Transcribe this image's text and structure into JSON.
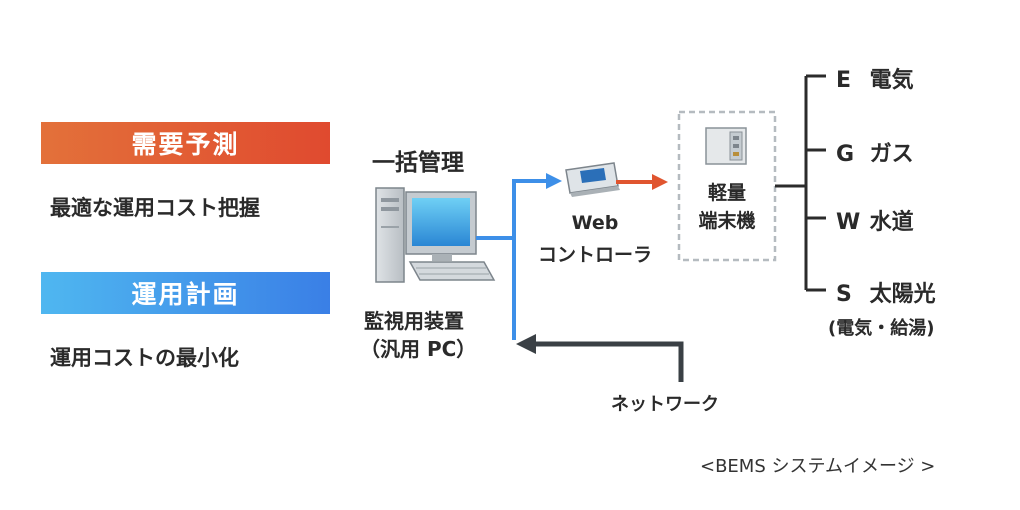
{
  "left_panel": {
    "demand_badge": "需要予測",
    "demand_desc": "最適な運用コスト把握",
    "plan_badge": "運用計画",
    "plan_desc": "運用コストの最小化"
  },
  "pc": {
    "title": "一括管理",
    "label_line1": "監視用装置",
    "label_line2": "（汎用 PC）"
  },
  "web_controller": {
    "line1": "Web",
    "line2": "コントローラ"
  },
  "terminal": {
    "line1": "軽量",
    "line2": "端末機"
  },
  "branches": [
    {
      "code": "E",
      "label": "電気"
    },
    {
      "code": "G",
      "label": "ガス"
    },
    {
      "code": "W",
      "label": "水道"
    },
    {
      "code": "S",
      "label": "太陽光"
    }
  ],
  "solar_note": "(電気・給湯)",
  "network_label": "ネットワーク",
  "caption": "<BEMS システムイメージ >",
  "colors": {
    "orange": "#e0552f",
    "blue": "#3d8fe8",
    "network_arrow": "#3a4045",
    "connector": "#2b2b2b"
  }
}
